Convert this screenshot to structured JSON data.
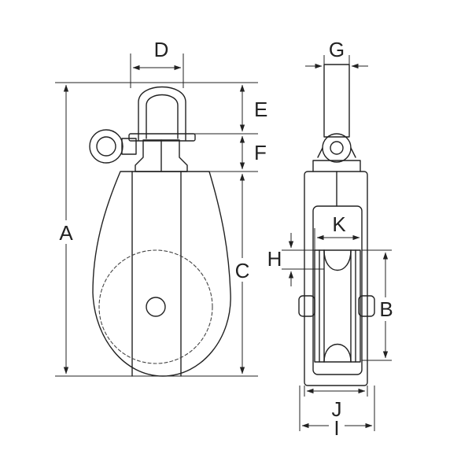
{
  "diagram": {
    "labels": {
      "a": "A",
      "b": "B",
      "c": "C",
      "d": "D",
      "e": "E",
      "f": "F",
      "g": "G",
      "h": "H",
      "i": "I",
      "j": "J",
      "k": "K"
    },
    "colors": {
      "stroke": "#222222",
      "hidden_line": "#444444",
      "background": "#ffffff"
    }
  }
}
